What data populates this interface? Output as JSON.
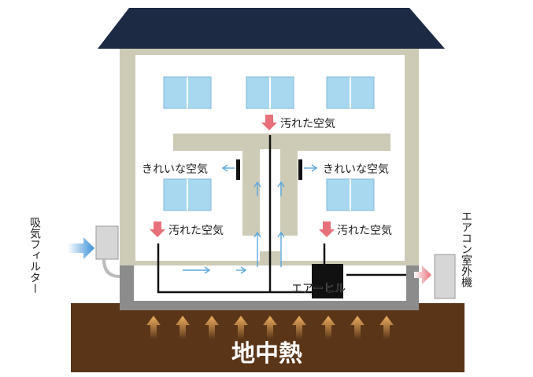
{
  "labels": {
    "dirty_air": "汚れた空気",
    "clean_air": "きれいな空気",
    "air_heel": "エアーヒル",
    "intake_filter": "吸気フィルター",
    "ac_outdoor_unit": "エアコン室外機",
    "geothermal": "地中熱"
  },
  "colors": {
    "roof": "#1c2a44",
    "wall": "#cdcbb6",
    "window": "#a8d8f0",
    "foundation": "#888888",
    "ground": "#5a3518",
    "dirty_arrow": "#e8707a",
    "clean_arrow": "#4a9fd8",
    "heat_arrow": "#e8a050",
    "duct": "#111111"
  },
  "icons": [
    "down-arrow-icon",
    "left-arrow-icon",
    "right-arrow-icon",
    "up-arrow-icon",
    "heat-up-arrow-icon",
    "filter-icon",
    "outdoor-unit-icon"
  ]
}
